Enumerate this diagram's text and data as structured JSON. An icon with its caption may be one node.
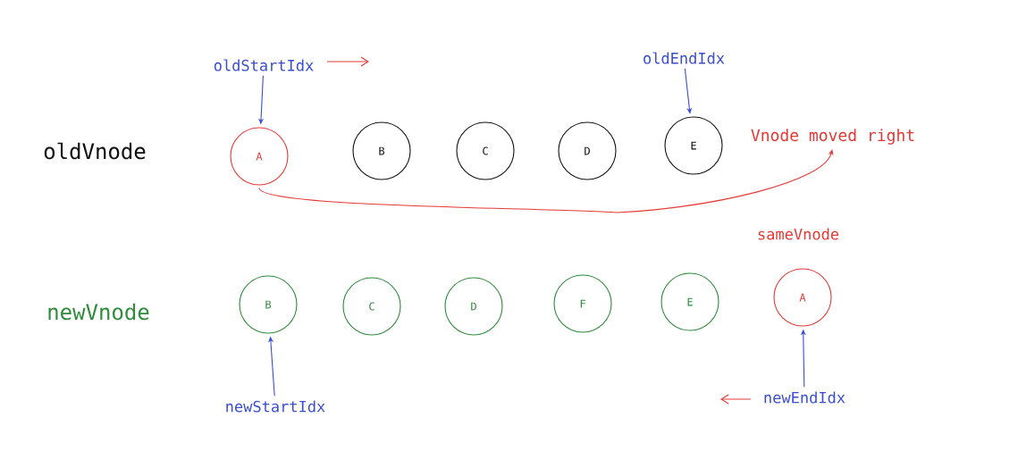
{
  "diagram": {
    "nodes": [
      {
        "text": [
          "oldStartIdx"
        ]
      },
      {
        "text": [
          "oldEndIdx"
        ]
      },
      {
        "text": [
          "A"
        ]
      },
      {
        "text": [
          "B"
        ]
      },
      {
        "text": [
          "C"
        ]
      },
      {
        "text": [
          "D"
        ]
      },
      {
        "text": [
          "E"
        ]
      },
      {
        "text": [
          "Vnode moved right"
        ]
      },
      {
        "text": [
          "B"
        ]
      },
      {
        "text": [
          "C"
        ]
      },
      {
        "text": [
          "D"
        ]
      },
      {
        "text": [
          "F"
        ]
      },
      {
        "text": [
          "E"
        ]
      },
      {
        "text": [
          "A"
        ]
      },
      {
        "text": [
          "newStartIdx"
        ]
      },
      {
        "text": [
          "newEndIdx"
        ]
      }
    ],
    "edges": [
      {
        "from": 0,
        "to": 2,
        "arrow": "to"
      },
      {
        "from": 1,
        "to": 6,
        "arrow": "to"
      },
      {
        "from": 2,
        "to": 7,
        "arrow": "to",
        "label": "sameVnode",
        "color": "#e53935"
      },
      {
        "from": 14,
        "to": 8,
        "arrow": "to"
      },
      {
        "from": 15,
        "to": 13,
        "arrow": "to"
      }
    ],
    "labels": [
      "oldVnode",
      "newVnode"
    ]
  }
}
